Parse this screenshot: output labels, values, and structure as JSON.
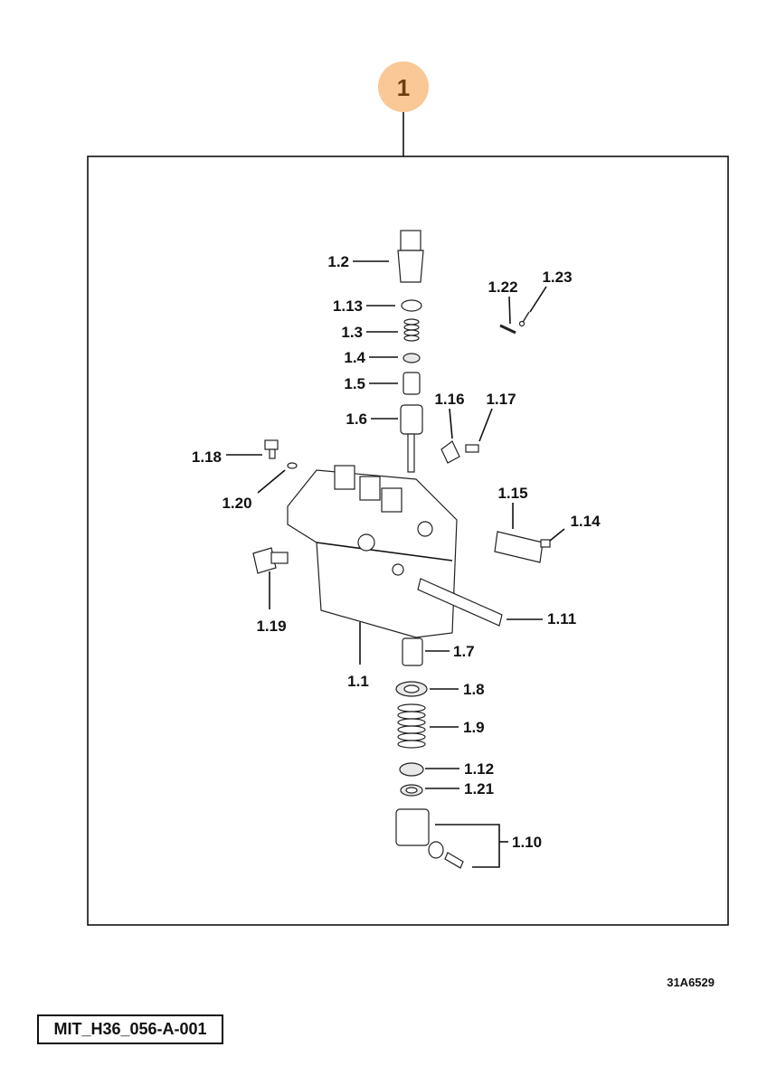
{
  "callout": {
    "number": "1",
    "color": "#F9C896"
  },
  "labels": {
    "l1_1": "1.1",
    "l1_2": "1.2",
    "l1_3": "1.3",
    "l1_4": "1.4",
    "l1_5": "1.5",
    "l1_6": "1.6",
    "l1_7": "1.7",
    "l1_8": "1.8",
    "l1_9": "1.9",
    "l1_10": "1.10",
    "l1_11": "1.11",
    "l1_12": "1.12",
    "l1_13": "1.13",
    "l1_14": "1.14",
    "l1_15": "1.15",
    "l1_16": "1.16",
    "l1_17": "1.17",
    "l1_18": "1.18",
    "l1_19": "1.19",
    "l1_20": "1.20",
    "l1_21": "1.21",
    "l1_22": "1.22",
    "l1_23": "1.23"
  },
  "drawing_code": "31A6529",
  "reference": "MIT_H36_056-A-001"
}
